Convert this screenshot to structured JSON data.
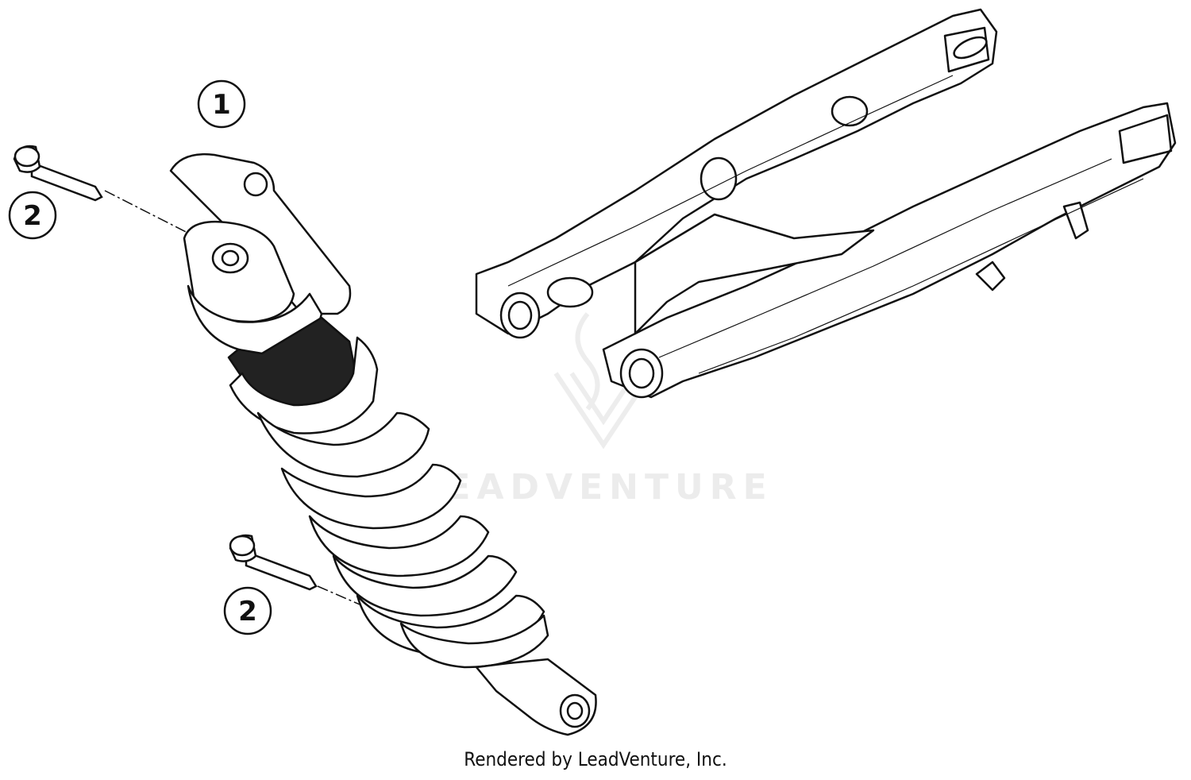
{
  "callouts": [
    {
      "id": "shock-absorber",
      "label": "1"
    },
    {
      "id": "bolt-upper",
      "label": "2"
    },
    {
      "id": "bolt-lower",
      "label": "2"
    }
  ],
  "watermark": {
    "text": "LEADVENTURE"
  },
  "footer": {
    "text": "Rendered by LeadVenture, Inc."
  },
  "colors": {
    "line": "#111111",
    "watermark": "#ececec",
    "background": "#ffffff"
  }
}
